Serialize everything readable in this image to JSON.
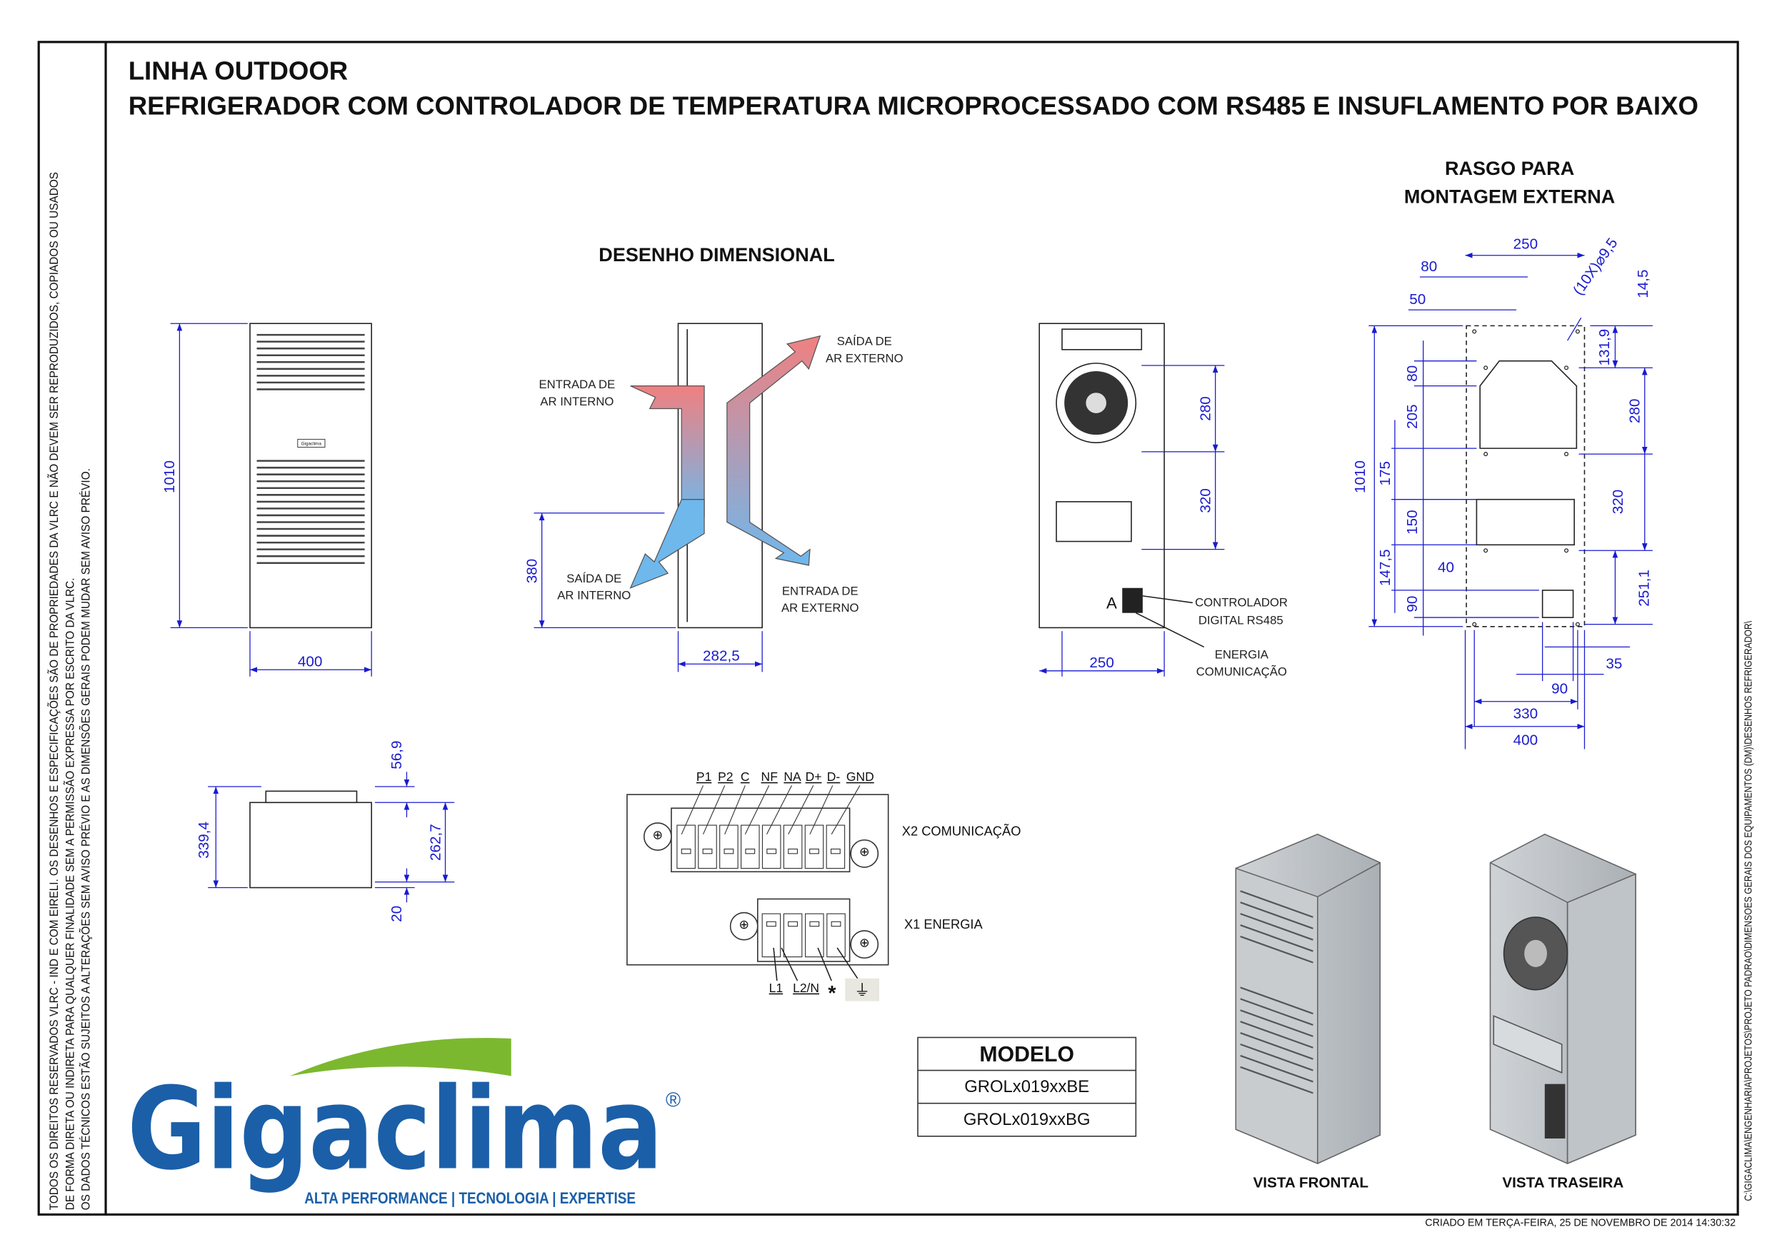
{
  "header": {
    "line1": "LINHA OUTDOOR",
    "line2": "REFRIGERADOR COM CONTROLADOR DE TEMPERATURA MICROPROCESSADO COM RS485 E INSUFLAMENTO POR BAIXO"
  },
  "disclaimer": [
    "TODOS OS DIREITOS RESERVADOS VLRC - IND E COM EIRELI. OS DESENHOS E ESPECIFICAÇÕES SÃO DE PROPRIEDADES DA VLRC E NÃO DEVEM SER REPRODUZIDOS, COPIADOS OU USADOS",
    "DE FORMA DIRETA OU INDIRETA PARA QUALQUER FINALIDADE SEM A PERMISSÃO EXPRESSA POR ESCRITO DA VLRC.",
    "OS DADOS TÉCNICOS ESTÃO SUJEITOS A ALTERAÇÕES SEM AVISO PRÉVIO E AS DIMENSÕES GERAIS PODEM MUDAR SEM AVISO PRÉVIO."
  ],
  "file_path": "C:\\GIGACLIMA\\ENGENHARIA\\PROJETOS\\PROJETO PADRAO\\DIMENSOES GERAIS DOS EQUIPAMENTOS (DM)\\DESENHOS REFRIGERADOR\\",
  "created": "CRIADO EM TERÇA-FEIRA, 25 DE NOVEMBRO DE 2014 14:30:32",
  "sections": {
    "dimensional": "DESENHO DIMENSIONAL",
    "rasgo_1": "RASGO PARA",
    "rasgo_2": "MONTAGEM EXTERNA",
    "vista_frontal": "VISTA FRONTAL",
    "vista_traseira": "VISTA TRASEIRA"
  },
  "front_view": {
    "height": "1010",
    "width": "400",
    "brand_plate": "Gigaclima"
  },
  "side_view": {
    "depth": "282,5",
    "outlet_height": "380",
    "entrada_interno": [
      "ENTRADA DE",
      "AR INTERNO"
    ],
    "saida_externo": [
      "SAÍDA DE",
      "AR EXTERNO"
    ],
    "saida_interno": [
      "SAÍDA DE",
      "AR INTERNO"
    ],
    "entrada_externo": [
      "ENTRADA DE",
      "AR EXTERNO"
    ]
  },
  "back_view": {
    "dim_280": "280",
    "dim_320": "320",
    "dim_250": "250",
    "marker": "A",
    "controlador": [
      "CONTROLADOR",
      "DIGITAL RS485"
    ],
    "energia": [
      "ENERGIA",
      "COMUNICAÇÃO"
    ]
  },
  "top_view": {
    "depth": "339,4",
    "body": "262,7",
    "top": "56,9",
    "bottom": "20"
  },
  "connectors": {
    "x2_pins": [
      "P1",
      "P2",
      "C",
      "NF",
      "NA",
      "D+",
      "D-",
      "GND"
    ],
    "x2_label": "X2 COMUNICAÇÃO",
    "x1_label": "X1 ENERGIA",
    "x1_pins": [
      "L1",
      "L2/N"
    ],
    "asterisk": "*"
  },
  "rasgo": {
    "d250": "250",
    "d80": "80",
    "d50": "50",
    "holes": "(10X)⌀9,5",
    "d14_5": "14,5",
    "d131_9": "131,9",
    "d280": "280",
    "d320": "320",
    "d251_1": "251,1",
    "d1010": "1010",
    "v80": "80",
    "d205": "205",
    "d175": "175",
    "d150": "150",
    "d147_5": "147,5",
    "d90v": "90",
    "d40": "40",
    "d35": "35",
    "d90h": "90",
    "d330": "330",
    "d400": "400"
  },
  "model_table": {
    "header": "MODELO",
    "rows": [
      "GROLx019xxBE",
      "GROLx019xxBG"
    ]
  },
  "logo": {
    "name": "Gigaclima",
    "registered": "®",
    "tagline": "ALTA PERFORMANCE | TECNOLOGIA | EXPERTISE"
  },
  "colors": {
    "dimension": "#1a1ad0",
    "logo_blue": "#1b5fa8",
    "logo_green": "#7cb82f"
  }
}
